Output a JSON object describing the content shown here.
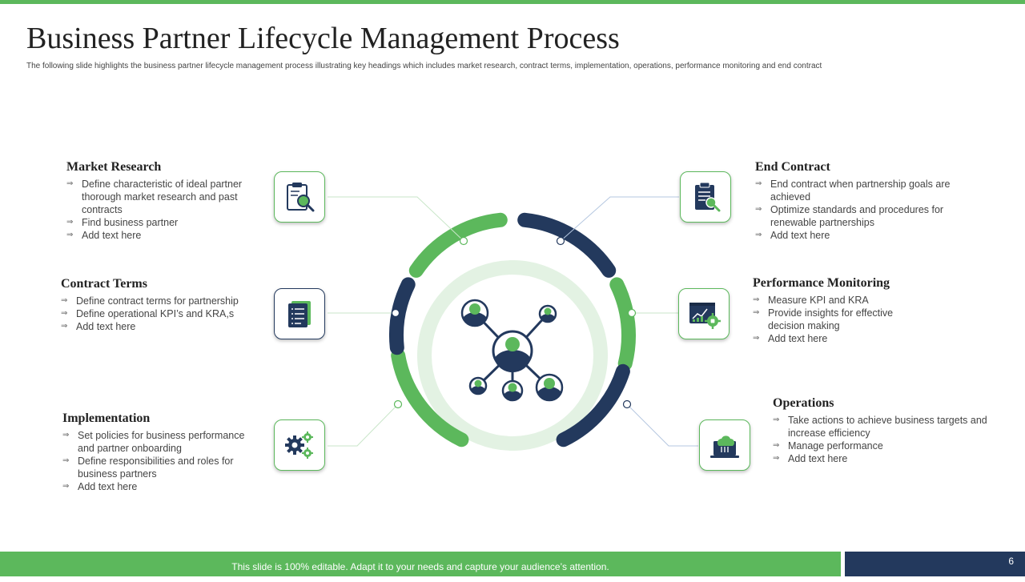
{
  "title": "Business Partner Lifecycle Management Process",
  "subtitle": "The following slide highlights the business partner lifecycle management process illustrating key headings which includes market research, contract terms, implementation,  operations, performance monitoring and end contract",
  "stages": {
    "market_research": {
      "heading": "Market Research",
      "bullets": [
        "Define characteristic of ideal partner thorough market research and past contracts",
        "Find business partner",
        "Add text here"
      ],
      "icon": "clipboard-search-icon"
    },
    "contract_terms": {
      "heading": "Contract Terms",
      "bullets": [
        "Define contract terms for partnership",
        "Define operational KPI’s and KRA,s",
        "Add text here"
      ],
      "icon": "document-list-icon"
    },
    "implementation": {
      "heading": "Implementation",
      "bullets": [
        "Set policies for business performance  and partner onboarding",
        "Define responsibilities and roles for business partners",
        "Add text here"
      ],
      "icon": "gears-icon"
    },
    "end_contract": {
      "heading": "End Contract",
      "bullets": [
        "End contract when partnership goals are achieved",
        "Optimize standards and procedures for renewable  partnerships",
        "Add text here"
      ],
      "icon": "clipboard-check-icon"
    },
    "performance_monitoring": {
      "heading": "Performance Monitoring",
      "bullets": [
        "Measure KPI and KRA",
        "Provide  insights for effective decision making",
        "Add text here"
      ],
      "icon": "dashboard-gear-icon"
    },
    "operations": {
      "heading": "Operations",
      "bullets": [
        "Take actions to achieve  business targets and increase efficiency",
        "Manage performance",
        "Add text here"
      ],
      "icon": "cloud-laptop-icon"
    }
  },
  "center_icon": "partner-network-icon",
  "footer": {
    "note": "This slide is 100% editable. Adapt it to your needs and capture your audience’s attention.",
    "page_number": "6"
  },
  "colors": {
    "green": "#5cb85c",
    "navy": "#23395d",
    "light_green": "#e3f2e3"
  }
}
